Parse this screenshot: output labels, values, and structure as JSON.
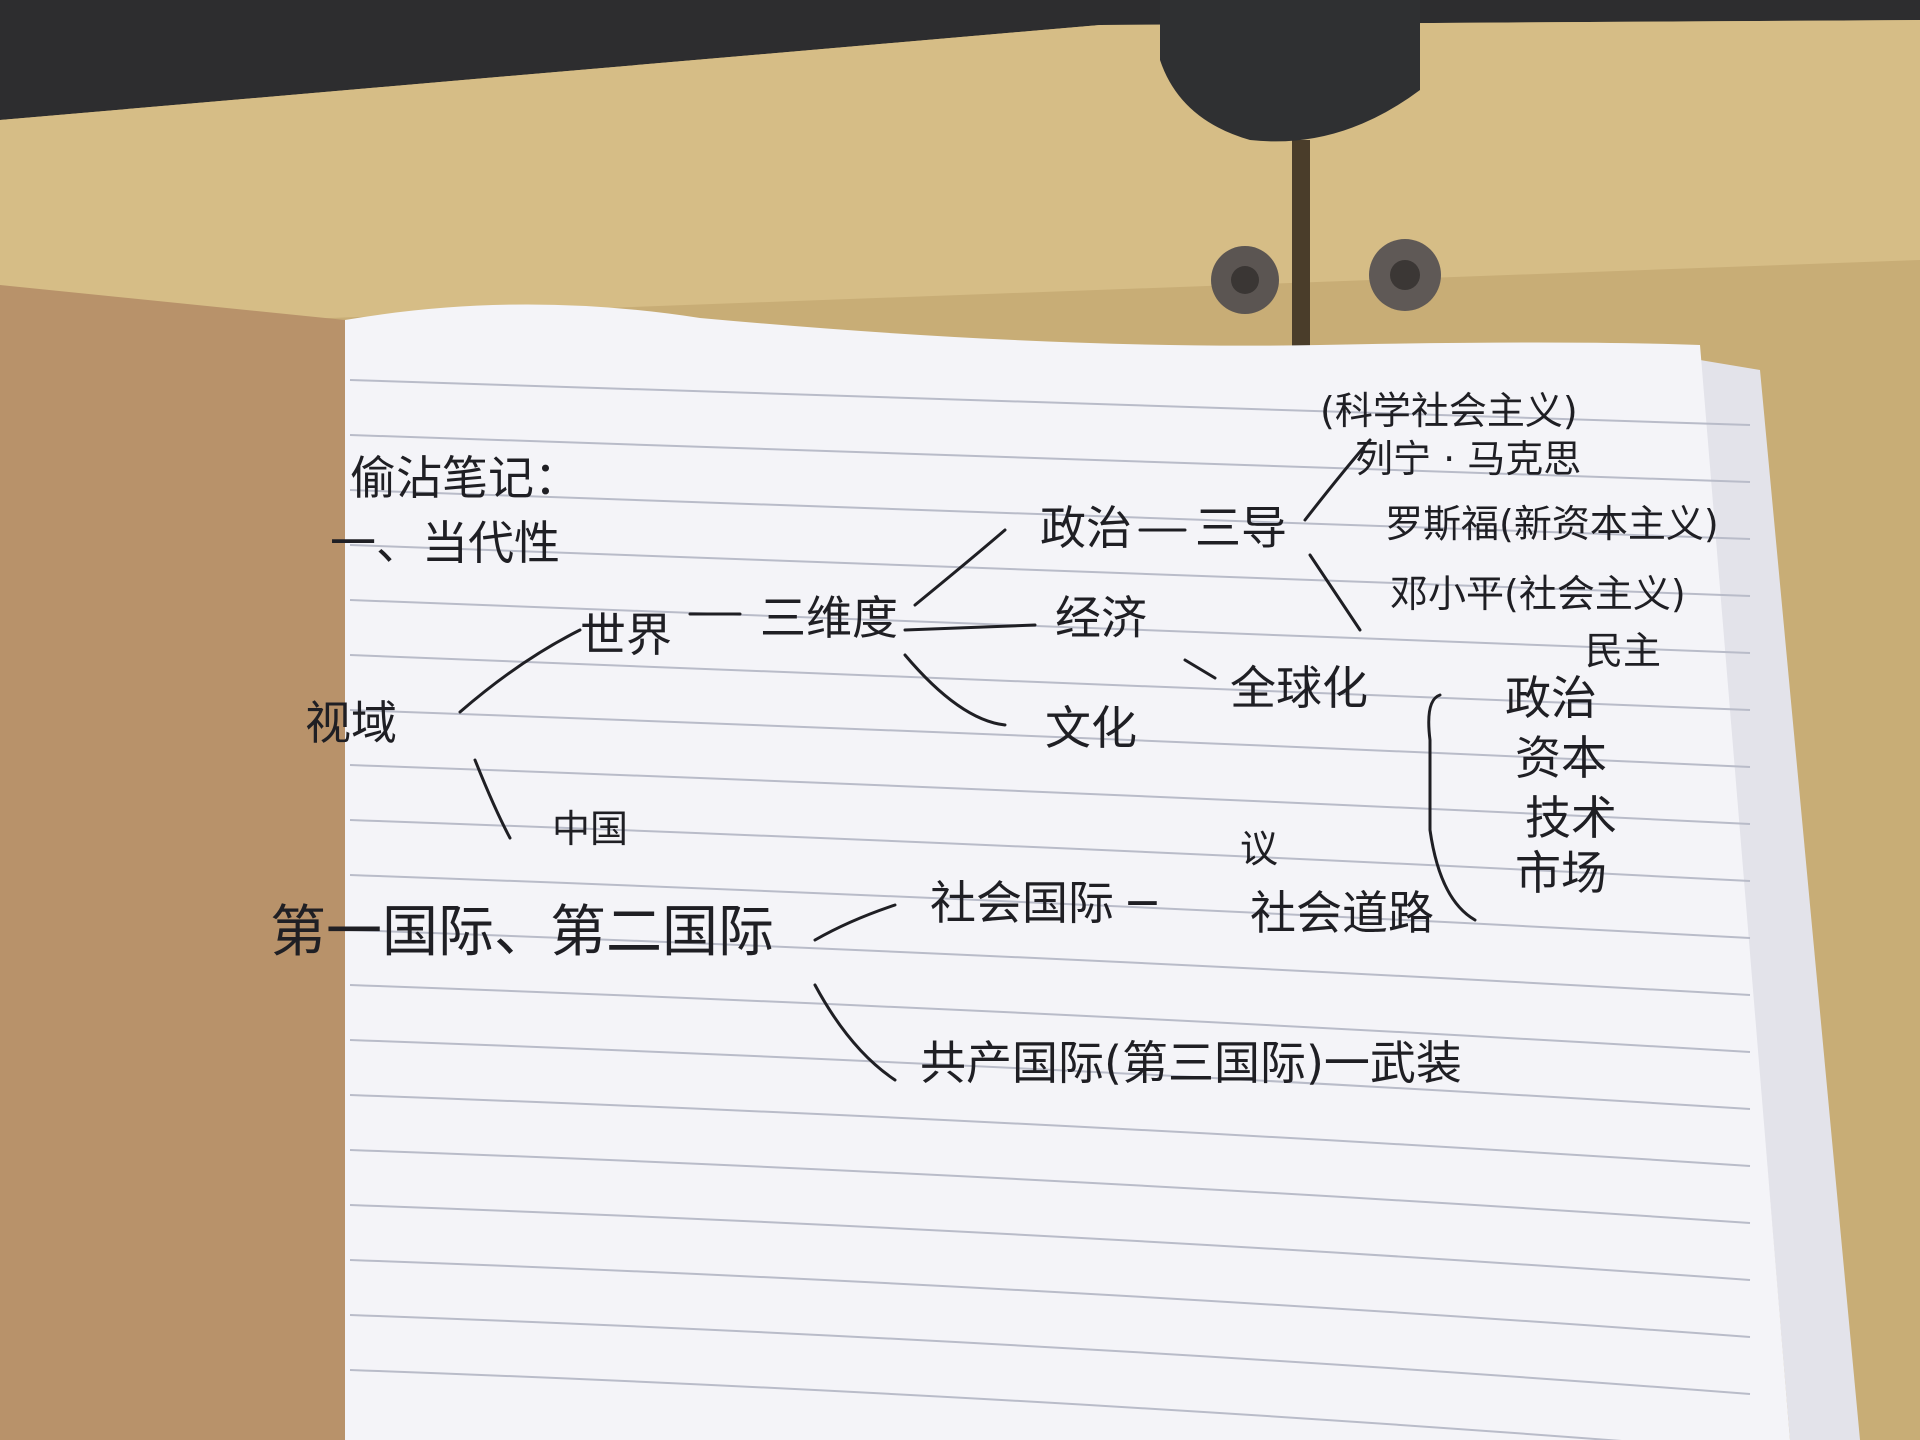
{
  "notes": {
    "title": "偷沾笔记：",
    "subtitle": "一、当代性",
    "field": "视域",
    "world": "世界",
    "china": "中国",
    "three_dims": "三维度",
    "politics": "政治",
    "economy": "经济",
    "culture": "文化",
    "globalization": "全球化",
    "leaders": "三导",
    "sci_socialism": "(科学社会主义)",
    "lenin_marx": "列宁 · 马克思",
    "roosevelt": "罗斯福(新资本主义)",
    "deng": "邓小平(社会主义)",
    "glob_list": [
      "政治",
      "资本",
      "技术",
      "市场"
    ],
    "glob_note": "民主",
    "internationals": "第一国际、第二国际",
    "socialist_intl": "社会国际 ─",
    "socialist_road_note": "议",
    "socialist_road": "社会道路",
    "comintern": "共产国际(第三国际)一武装"
  },
  "colors": {
    "desk": "#c9b27e",
    "paper": "#f4f4f8",
    "rule_line": "#b9bcc9",
    "ink": "#1f1f24",
    "notebook_cover": "#b8926a",
    "shadow": "#3a3a3c"
  }
}
